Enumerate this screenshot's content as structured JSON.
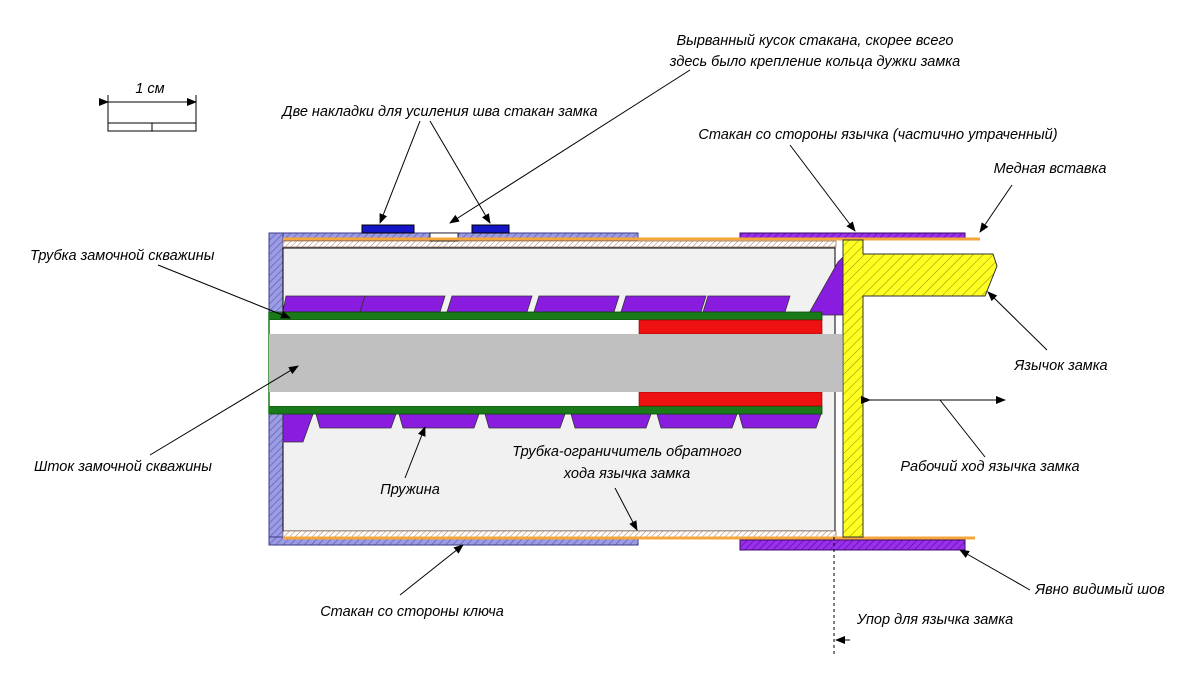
{
  "scale_bar": {
    "label": "1 см"
  },
  "labels": {
    "torn_piece_line1": "Вырванный кусок стакана, скорее всего",
    "torn_piece_line2": "здесь было крепление кольца дужки замка",
    "two_patches": "Две накладки для усиления шва стакан замка",
    "cup_latch_side": "Стакан со стороны язычка (частично утраченный)",
    "copper_insert": "Медная вставка",
    "keyhole_tube": "Трубка замочной скважины",
    "latch": "Язычок замка",
    "keyhole_rod": "Шток замочной скважины",
    "return_limiter_line1": "Трубка-ограничитель обратного",
    "return_limiter_line2": "хода язычка замка",
    "working_stroke": "Рабочий ход язычка замка",
    "spring": "Пружина",
    "visible_seam": "Явно видимый шов",
    "cup_key_side": "Стакан со стороны ключа",
    "latch_stop": "Упор для язычка замка"
  },
  "colors": {
    "cup_key_side": "#8b8bd8",
    "cup_latch_side": "#8a1ce0",
    "patch": "#1515c8",
    "copper": "#f4a63a",
    "latch": "#ffff22",
    "spring": "#8a1ce0",
    "tube": "#1a7a1a",
    "rod": "#c0c0c0",
    "red_insert": "#ee1111",
    "cavity": "#f1f1f1"
  }
}
